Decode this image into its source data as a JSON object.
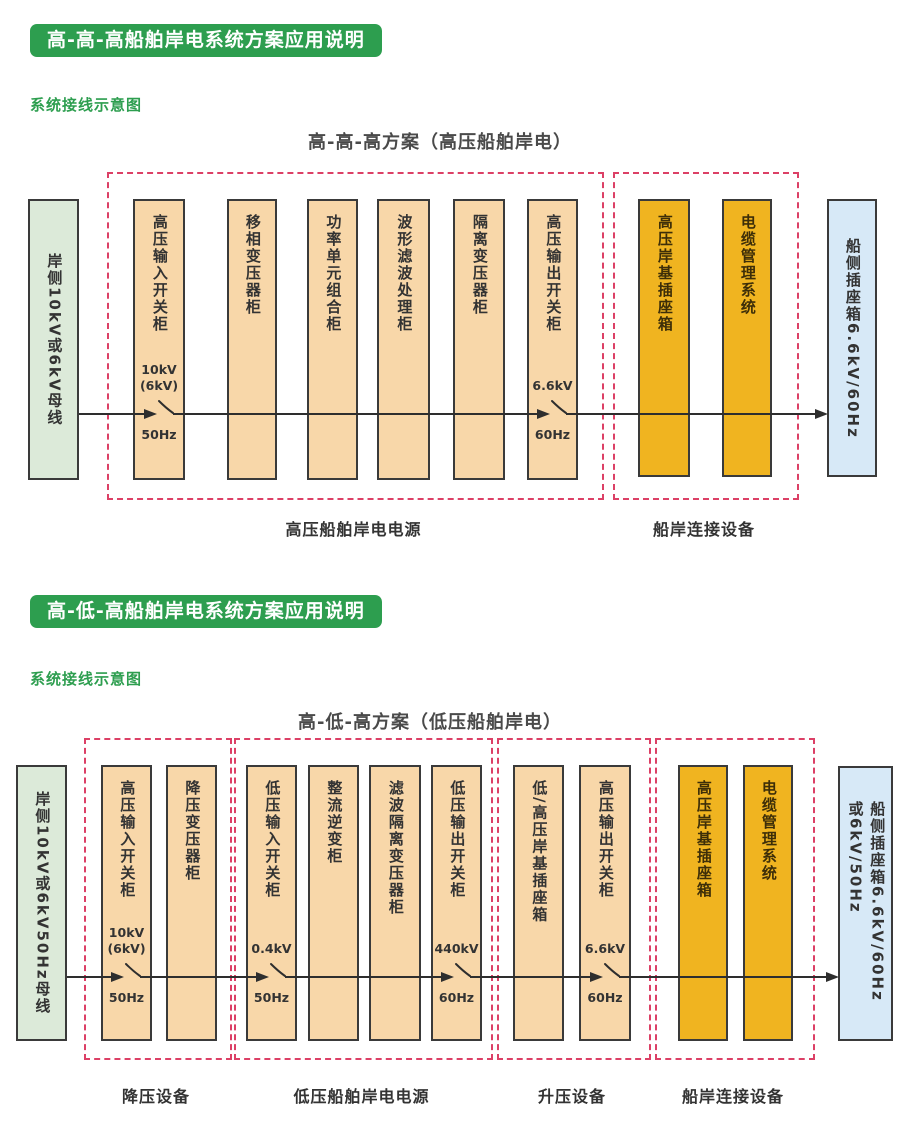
{
  "colors": {
    "badge_green": "#2d9e4f",
    "dashed_border": "#dc4066",
    "shore_bus_fill": "#dcead9",
    "cabinet_fill": "#f8d7a9",
    "connector_fill": "#f0b420",
    "ship_box_fill": "#d7e9f7",
    "flow_line": "#2e2e2e"
  },
  "section1": {
    "badge": "高-高-高船舶岸电系统方案应用说明",
    "subtitle": "系统接线示意图",
    "diagram_title": "高-高-高方案（高压船舶岸电）",
    "shore_bus": "岸侧10kV或6kV母线",
    "ship_box": "船侧插座箱6.6kV/60Hz",
    "power_group": {
      "label": "高压船舶岸电电源",
      "cabinets": [
        {
          "label": "高压输入开关柜",
          "volt": "10kV",
          "volt2": "(6kV)",
          "freq": "50Hz"
        },
        {
          "label": "移相变压器柜"
        },
        {
          "label": "功率单元组合柜"
        },
        {
          "label": "波形滤波处理柜"
        },
        {
          "label": "隔离变压器柜"
        },
        {
          "label": "高压输出开关柜",
          "volt": "6.6kV",
          "freq": "60Hz"
        }
      ]
    },
    "connect_group": {
      "label": "船岸连接设备",
      "cabinets": [
        {
          "label": "高压岸基插座箱"
        },
        {
          "label": "电缆管理系统"
        }
      ]
    }
  },
  "section2": {
    "badge": "高-低-高船舶岸电系统方案应用说明",
    "subtitle": "系统接线示意图",
    "diagram_title": "高-低-高方案（低压船舶岸电）",
    "shore_bus": "岸侧10kV或6kV50Hz母线",
    "ship_box": "船侧插座箱6.6kV/60Hz或6kV/50Hz",
    "groups": [
      {
        "label": "降压设备",
        "cabinets": [
          {
            "label": "高压输入开关柜",
            "volt": "10kV",
            "volt2": "(6kV)",
            "freq": "50Hz"
          },
          {
            "label": "降压变压器柜"
          }
        ]
      },
      {
        "label": "低压船舶岸电电源",
        "cabinets": [
          {
            "label": "低压输入开关柜",
            "volt": "0.4kV",
            "freq": "50Hz"
          },
          {
            "label": "整流逆变柜"
          },
          {
            "label": "滤波隔离变压器柜"
          },
          {
            "label": "低压输出开关柜",
            "volt": "440kV",
            "freq": "60Hz"
          }
        ]
      },
      {
        "label": "升压设备",
        "cabinets": [
          {
            "label": "低/高压岸基插座箱"
          },
          {
            "label": "高压输出开关柜",
            "volt": "6.6kV",
            "freq": "60Hz"
          }
        ]
      },
      {
        "label": "船岸连接设备",
        "cabinets": [
          {
            "label": "高压岸基插座箱"
          },
          {
            "label": "电缆管理系统"
          }
        ]
      }
    ]
  }
}
